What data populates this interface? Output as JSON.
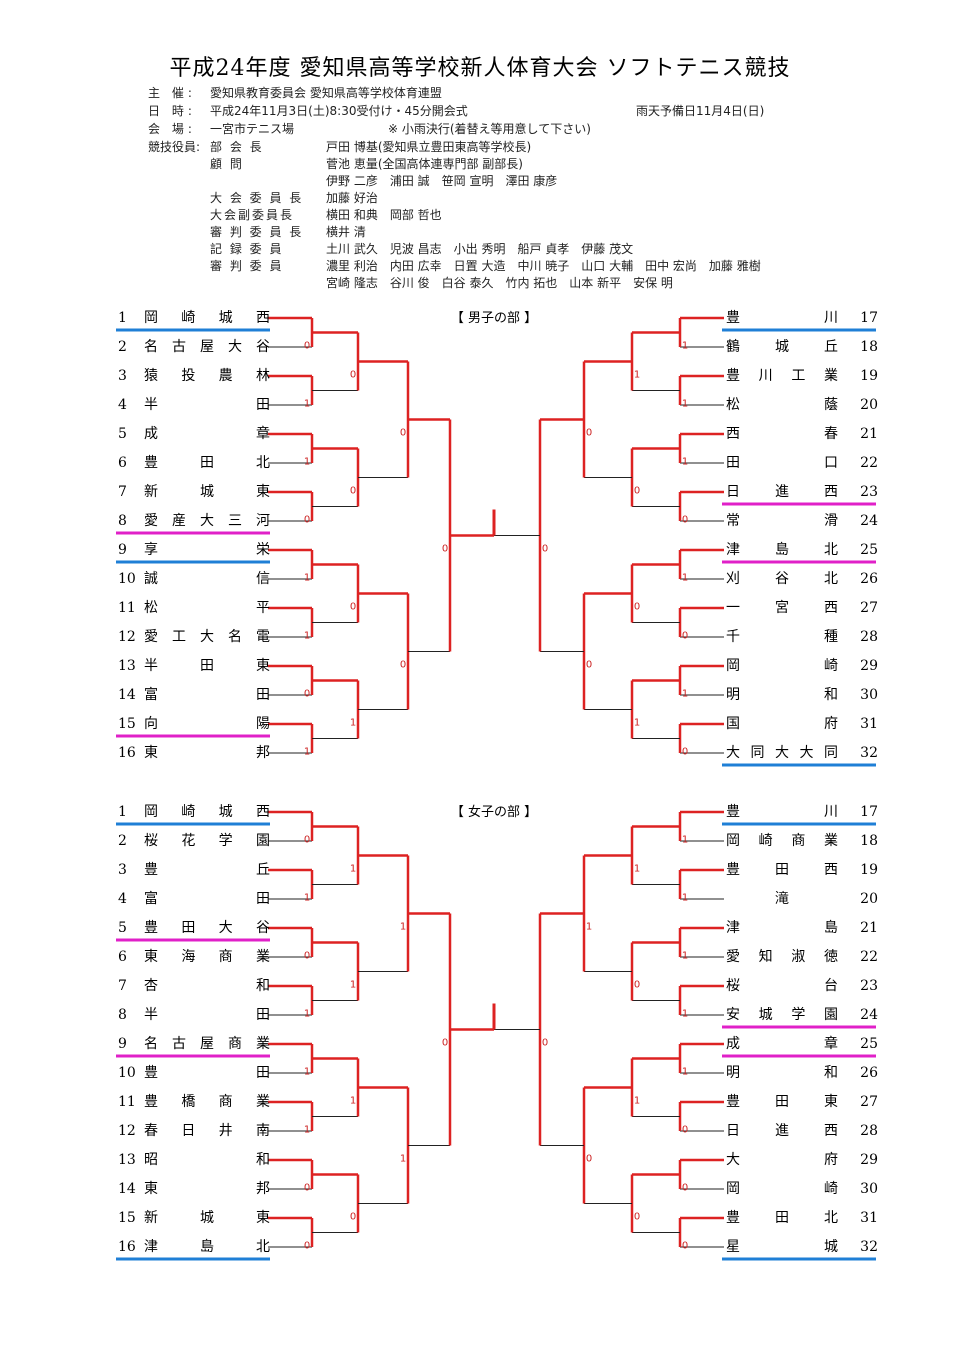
{
  "title": "平成24年度 愛知県高等学校新人体育大会 ソフトテニス競技",
  "info": {
    "organizer": {
      "label": "主 催:",
      "value": "愛知県教育委員会 愛知県高等学校体育連盟"
    },
    "date": {
      "label": "日 時:",
      "value": "平成24年11月3日(土)8:30受付け・45分開会式",
      "rain": "雨天予備日11月4日(日)"
    },
    "venue": {
      "label": "会 場:",
      "value": "一宮市テニス場",
      "note": "※ 小雨決行(着替え等用意して下さい)"
    },
    "officials_label": "競技役員:",
    "officials": [
      {
        "role": "部 会 長",
        "names": "戸田 博基(愛知県立豊田東高等学校長)"
      },
      {
        "role": "顧 問",
        "names": "菅池 恵量(全国高体連専門部 副部長)"
      },
      {
        "role": "",
        "names": "伊野 二彦　浦田 誠　笹岡 宣明　澤田 康彦"
      },
      {
        "role": "大 会 委 員 長",
        "names": "加藤 好治"
      },
      {
        "role": "大会副委員長",
        "names": "横田 和典　岡部 哲也"
      },
      {
        "role": "審 判 委 員 長",
        "names": "横井 清"
      },
      {
        "role": "記 録 委 員",
        "names": "土川 武久　児波 昌志　小出 秀明　船戸 貞孝　伊藤 茂文"
      },
      {
        "role": "審 判 委 員",
        "names": "濃里 利治　内田 広幸　日置 大造　中川 暁子　山口 大輔　田中 宏尚　加藤 雅樹"
      },
      {
        "role": "",
        "names": "宮崎 隆志　谷川 俊　白谷 泰久　竹内 拓也　山本 新平　安保 明"
      }
    ]
  },
  "colors": {
    "bracket": "#dd2222",
    "line": "#222222",
    "blue": "#1f7fd6",
    "magenta": "#e020c8"
  },
  "sections": [
    {
      "title": "【 男子の部 】",
      "left": [
        {
          "num": "1",
          "name": "岡崎城西",
          "mark": "blue"
        },
        {
          "num": "2",
          "name": "名古屋大谷",
          "mark": ""
        },
        {
          "num": "3",
          "name": "猿投農林",
          "mark": ""
        },
        {
          "num": "4",
          "name": "半田",
          "mark": ""
        },
        {
          "num": "5",
          "name": "成章",
          "mark": ""
        },
        {
          "num": "6",
          "name": "豊田北",
          "mark": ""
        },
        {
          "num": "7",
          "name": "新城東",
          "mark": ""
        },
        {
          "num": "8",
          "name": "愛産大三河",
          "mark": "magenta"
        },
        {
          "num": "9",
          "name": "享栄",
          "mark": "blue"
        },
        {
          "num": "10",
          "name": "誠信",
          "mark": ""
        },
        {
          "num": "11",
          "name": "松平",
          "mark": ""
        },
        {
          "num": "12",
          "name": "愛工大名電",
          "mark": ""
        },
        {
          "num": "13",
          "name": "半田東",
          "mark": ""
        },
        {
          "num": "14",
          "name": "富田",
          "mark": ""
        },
        {
          "num": "15",
          "name": "向陽",
          "mark": "magenta"
        },
        {
          "num": "16",
          "name": "東邦",
          "mark": ""
        }
      ],
      "right": [
        {
          "num": "17",
          "name": "豊川",
          "mark": "blue"
        },
        {
          "num": "18",
          "name": "鶴城丘",
          "mark": ""
        },
        {
          "num": "19",
          "name": "豊川工業",
          "mark": ""
        },
        {
          "num": "20",
          "name": "松蔭",
          "mark": ""
        },
        {
          "num": "21",
          "name": "西春",
          "mark": ""
        },
        {
          "num": "22",
          "name": "田口",
          "mark": ""
        },
        {
          "num": "23",
          "name": "日進西",
          "mark": "magenta"
        },
        {
          "num": "24",
          "name": "常滑",
          "mark": ""
        },
        {
          "num": "25",
          "name": "津島北",
          "mark": "magenta"
        },
        {
          "num": "26",
          "name": "刈谷北",
          "mark": ""
        },
        {
          "num": "27",
          "name": "一宮西",
          "mark": ""
        },
        {
          "num": "28",
          "name": "千種",
          "mark": ""
        },
        {
          "num": "29",
          "name": "岡崎",
          "mark": ""
        },
        {
          "num": "30",
          "name": "明和",
          "mark": ""
        },
        {
          "num": "31",
          "name": "国府",
          "mark": ""
        },
        {
          "num": "32",
          "name": "大同大大同",
          "mark": "blue"
        }
      ],
      "r1": [
        "0",
        "1",
        "0",
        "1",
        "0",
        "0",
        "1",
        "1",
        "0",
        "1",
        "0",
        "1",
        "0",
        "1",
        "1",
        "0",
        "1",
        "1",
        "1",
        "1",
        "0",
        "1",
        "0",
        "1",
        "1",
        "1",
        "1",
        "0",
        "0",
        "1",
        "0",
        "1"
      ],
      "r2": [
        "0",
        "0",
        "0",
        "0",
        "1",
        "0",
        "0",
        "1",
        "1",
        "0",
        "1",
        "0",
        "1",
        "0",
        "1",
        "0",
        "0",
        "1",
        "0",
        "1",
        "0",
        "1",
        "0",
        "1",
        "1",
        "0",
        "1",
        "0",
        "1",
        "0",
        "1",
        "0"
      ],
      "r3": [
        "0",
        "0",
        "0",
        "0",
        "1",
        "0",
        "1",
        "0",
        "0",
        "0",
        "1",
        "0",
        "0",
        "1",
        "0",
        "1",
        "0",
        "0",
        "1",
        "0",
        "1",
        "0",
        "1",
        "0",
        "1",
        "0",
        "1",
        "0",
        "1",
        "0",
        "1",
        "0"
      ],
      "r4": [
        "0",
        "0",
        "0",
        "0",
        "0",
        "0",
        "0",
        "0",
        "0",
        "0",
        "0",
        "0",
        "0",
        "0",
        "0",
        "0",
        "0",
        "0",
        "0",
        "0",
        "0",
        "0",
        "0",
        "0",
        "0",
        "0",
        "0",
        "0",
        "0",
        "0",
        "0",
        "0"
      ],
      "shown": {
        "r1L": [
          [
            "0",
            0
          ],
          [
            "1",
            1
          ],
          [
            "1",
            2
          ],
          [
            "0",
            3
          ],
          [
            "1",
            4
          ],
          [
            "1",
            5
          ],
          [
            "0",
            6
          ],
          [
            "1",
            7
          ]
        ],
        "r2L": [
          [
            "0",
            0
          ],
          [
            "0",
            1
          ],
          [
            "0",
            2
          ],
          [
            "1",
            3
          ]
        ],
        "r3L": [
          [
            "0",
            0
          ],
          [
            "0",
            1
          ]
        ],
        "r4L": [
          [
            "0",
            0
          ]
        ],
        "r1R": [
          [
            "1",
            0
          ],
          [
            "1",
            1
          ],
          [
            "1",
            2
          ],
          [
            "0",
            3
          ],
          [
            "1",
            4
          ],
          [
            "0",
            5
          ],
          [
            "1",
            6
          ],
          [
            "0",
            7
          ]
        ],
        "r2R": [
          [
            "1",
            0
          ],
          [
            "0",
            1
          ],
          [
            "0",
            2
          ],
          [
            "1",
            3
          ]
        ],
        "r3R": [
          [
            "0",
            0
          ],
          [
            "0",
            1
          ]
        ],
        "r4R": [
          [
            "0",
            0
          ]
        ]
      }
    },
    {
      "title": "【 女子の部 】",
      "left": [
        {
          "num": "1",
          "name": "岡崎城西",
          "mark": "blue"
        },
        {
          "num": "2",
          "name": "桜花学園",
          "mark": ""
        },
        {
          "num": "3",
          "name": "豊丘",
          "mark": ""
        },
        {
          "num": "4",
          "name": "富田",
          "mark": ""
        },
        {
          "num": "5",
          "name": "豊田大谷",
          "mark": "magenta"
        },
        {
          "num": "6",
          "name": "東海商業",
          "mark": ""
        },
        {
          "num": "7",
          "name": "杏和",
          "mark": ""
        },
        {
          "num": "8",
          "name": "半田",
          "mark": ""
        },
        {
          "num": "9",
          "name": "名古屋商業",
          "mark": "magenta"
        },
        {
          "num": "10",
          "name": "豊田",
          "mark": ""
        },
        {
          "num": "11",
          "name": "豊橋商業",
          "mark": ""
        },
        {
          "num": "12",
          "name": "春日井南",
          "mark": ""
        },
        {
          "num": "13",
          "name": "昭和",
          "mark": ""
        },
        {
          "num": "14",
          "name": "東邦",
          "mark": ""
        },
        {
          "num": "15",
          "name": "新城東",
          "mark": ""
        },
        {
          "num": "16",
          "name": "津島北",
          "mark": "blue"
        }
      ],
      "right": [
        {
          "num": "17",
          "name": "豊川",
          "mark": "blue"
        },
        {
          "num": "18",
          "name": "岡崎商業",
          "mark": ""
        },
        {
          "num": "19",
          "name": "豊田西",
          "mark": ""
        },
        {
          "num": "20",
          "name": "滝",
          "mark": ""
        },
        {
          "num": "21",
          "name": "津島",
          "mark": ""
        },
        {
          "num": "22",
          "name": "愛知淑徳",
          "mark": ""
        },
        {
          "num": "23",
          "name": "桜台",
          "mark": ""
        },
        {
          "num": "24",
          "name": "安城学園",
          "mark": "magenta"
        },
        {
          "num": "25",
          "name": "成章",
          "mark": "magenta"
        },
        {
          "num": "26",
          "name": "明和",
          "mark": ""
        },
        {
          "num": "27",
          "name": "豊田東",
          "mark": ""
        },
        {
          "num": "28",
          "name": "日進西",
          "mark": ""
        },
        {
          "num": "29",
          "name": "大府",
          "mark": ""
        },
        {
          "num": "30",
          "name": "岡崎",
          "mark": ""
        },
        {
          "num": "31",
          "name": "豊田北",
          "mark": ""
        },
        {
          "num": "32",
          "name": "星城",
          "mark": "blue"
        }
      ],
      "shown": {
        "r1L": [
          [
            "0",
            0
          ],
          [
            "1",
            1
          ],
          [
            "0",
            2
          ],
          [
            "1",
            3
          ],
          [
            "1",
            4
          ],
          [
            "1",
            5
          ],
          [
            "0",
            6
          ],
          [
            "0",
            7
          ]
        ],
        "r2L": [
          [
            "1",
            0
          ],
          [
            "1",
            1
          ],
          [
            "1",
            2
          ],
          [
            "0",
            3
          ]
        ],
        "r3L": [
          [
            "1",
            0
          ],
          [
            "1",
            1
          ]
        ],
        "r4L": [
          [
            "0",
            0
          ]
        ],
        "r1R": [
          [
            "1",
            0
          ],
          [
            "1",
            1
          ],
          [
            "1",
            2
          ],
          [
            "1",
            3
          ],
          [
            "1",
            4
          ],
          [
            "0",
            5
          ],
          [
            "0",
            6
          ],
          [
            "0",
            7
          ]
        ],
        "r2R": [
          [
            "1",
            0
          ],
          [
            "0",
            1
          ],
          [
            "1",
            2
          ],
          [
            "0",
            3
          ]
        ],
        "r3R": [
          [
            "1",
            0
          ],
          [
            "0",
            1
          ]
        ],
        "r4R": [
          [
            "0",
            0
          ]
        ]
      }
    }
  ]
}
